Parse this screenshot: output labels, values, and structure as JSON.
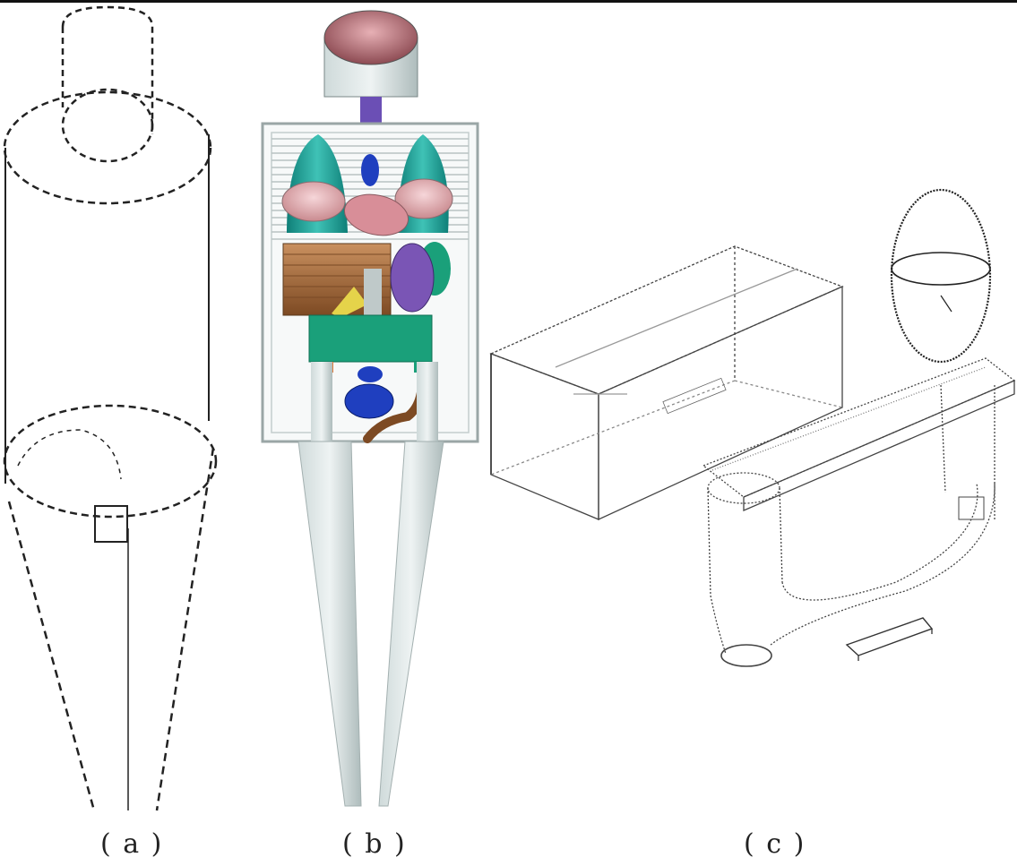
{
  "captions": {
    "a": "( a )",
    "b": "( b )",
    "c": "( c )"
  },
  "colors": {
    "outline": "#222222",
    "organ_teal": "#1e9a8f",
    "organ_pink": "#e9b3b8",
    "organ_purple": "#7a55b5",
    "organ_blue": "#1f3fbf",
    "organ_green": "#1aa07a",
    "organ_brown": "#a96b3f",
    "limb_gray": "#b9c6c6",
    "head_rose": "#c98a8f"
  }
}
